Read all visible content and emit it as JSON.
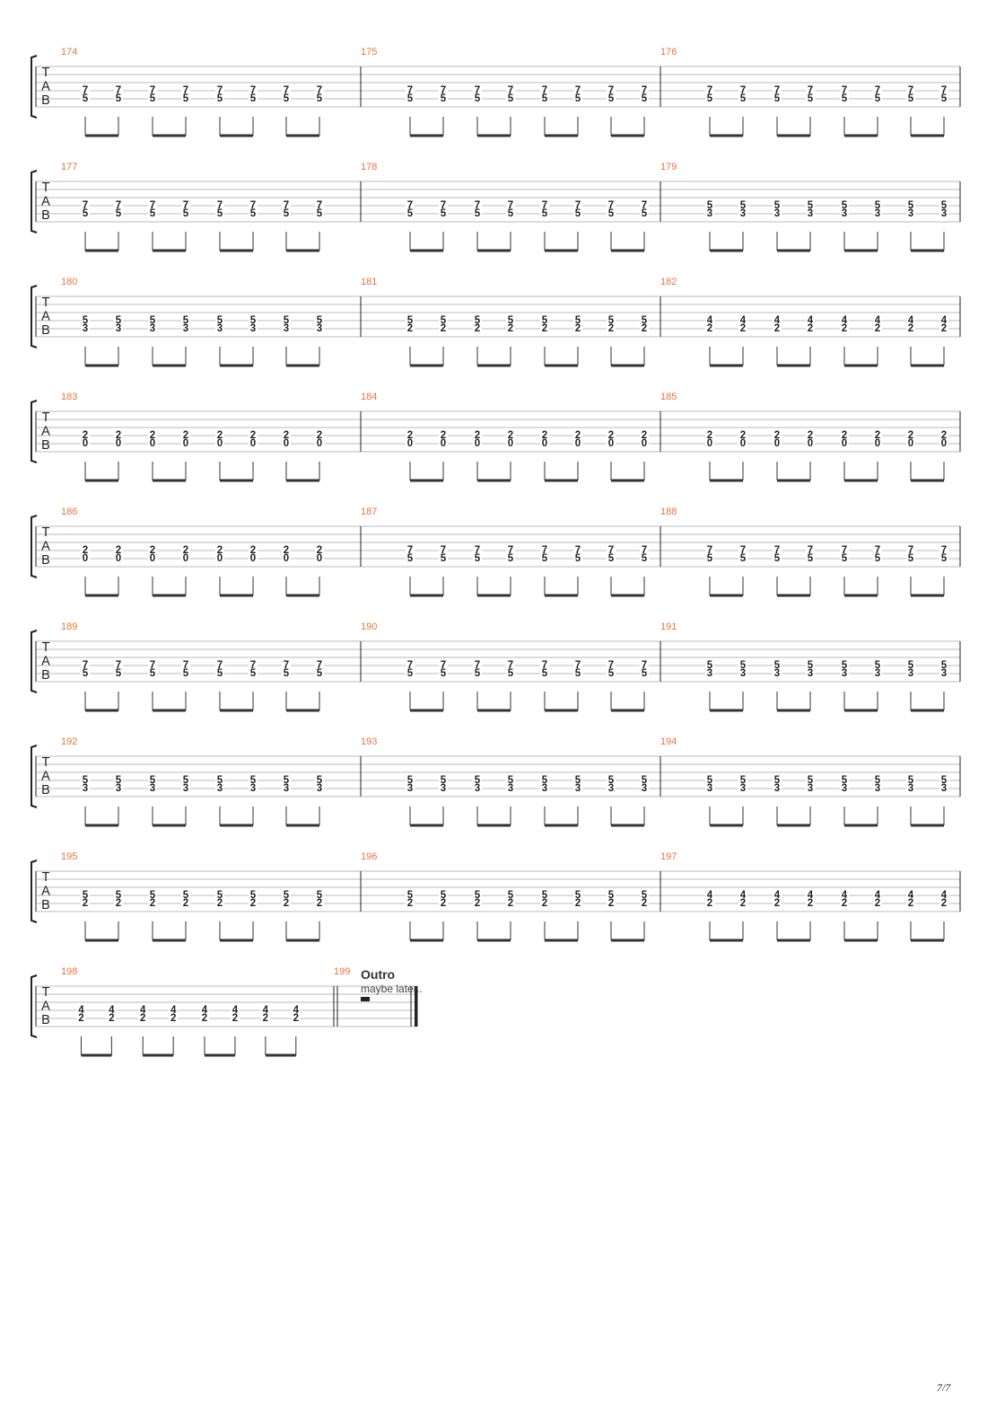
{
  "tab_clef": [
    "T",
    "A",
    "B"
  ],
  "section": {
    "title": "Outro",
    "note": "maybe later.."
  },
  "page_number": "7/7",
  "systems": [
    {
      "measures": [
        {
          "number": "174",
          "high": "7",
          "low": "5"
        },
        {
          "number": "175",
          "high": "7",
          "low": "5"
        },
        {
          "number": "176",
          "high": "7",
          "low": "5"
        }
      ]
    },
    {
      "measures": [
        {
          "number": "177",
          "high": "7",
          "low": "5"
        },
        {
          "number": "178",
          "high": "7",
          "low": "5"
        },
        {
          "number": "179",
          "high": "5",
          "low": "3"
        }
      ]
    },
    {
      "measures": [
        {
          "number": "180",
          "high": "5",
          "low": "3"
        },
        {
          "number": "181",
          "high": "5",
          "low": "2"
        },
        {
          "number": "182",
          "high": "4",
          "low": "2"
        }
      ]
    },
    {
      "measures": [
        {
          "number": "183",
          "high": "2",
          "low": "0"
        },
        {
          "number": "184",
          "high": "2",
          "low": "0"
        },
        {
          "number": "185",
          "high": "2",
          "low": "0"
        }
      ]
    },
    {
      "measures": [
        {
          "number": "186",
          "high": "2",
          "low": "0"
        },
        {
          "number": "187",
          "high": "7",
          "low": "5"
        },
        {
          "number": "188",
          "high": "7",
          "low": "5"
        }
      ]
    },
    {
      "measures": [
        {
          "number": "189",
          "high": "7",
          "low": "5"
        },
        {
          "number": "190",
          "high": "7",
          "low": "5"
        },
        {
          "number": "191",
          "high": "5",
          "low": "3"
        }
      ]
    },
    {
      "measures": [
        {
          "number": "192",
          "high": "5",
          "low": "3"
        },
        {
          "number": "193",
          "high": "5",
          "low": "3"
        },
        {
          "number": "194",
          "high": "5",
          "low": "3"
        }
      ]
    },
    {
      "measures": [
        {
          "number": "195",
          "high": "5",
          "low": "2"
        },
        {
          "number": "196",
          "high": "5",
          "low": "2"
        },
        {
          "number": "197",
          "high": "4",
          "low": "2"
        }
      ]
    },
    {
      "measures": [
        {
          "number": "198",
          "high": "4",
          "low": "2"
        },
        {
          "number": "199",
          "rest": true
        }
      ]
    }
  ]
}
